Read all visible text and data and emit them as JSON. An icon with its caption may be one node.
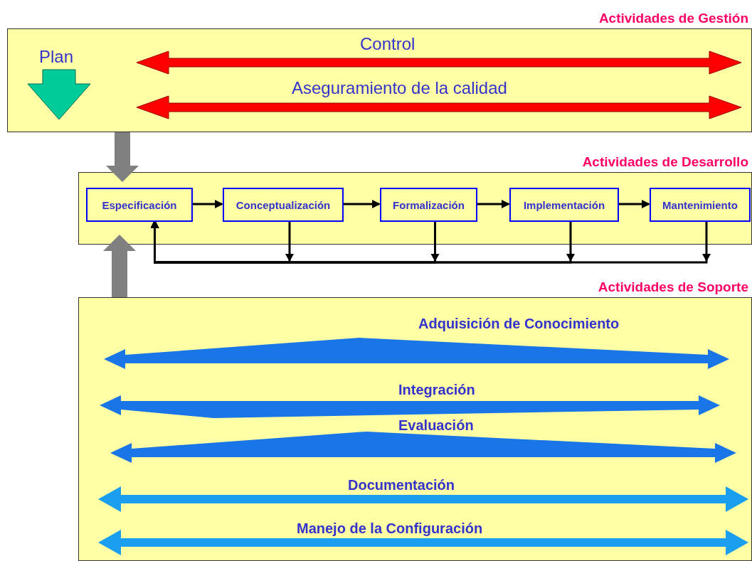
{
  "diagram": {
    "nodes": [
      {
        "text": [
          "Actividades de Gestión"
        ]
      },
      {
        "text": [
          "Actividades de Desarrollo"
        ]
      },
      {
        "text": [
          "Especificación"
        ],
        "in": 1
      },
      {
        "text": [
          "Conceptualización"
        ],
        "in": 1
      },
      {
        "text": [
          "Formalización"
        ],
        "in": 1
      },
      {
        "text": [
          "Implementación"
        ],
        "in": 1
      },
      {
        "text": [
          "Mantenimiento"
        ],
        "in": 1
      },
      {
        "text": [
          "Actividades de Soporte"
        ]
      }
    ],
    "edges": [
      {
        "from": 0,
        "to": 1,
        "arrow": "to",
        "style": "thick",
        "color": "#808080"
      },
      {
        "from": 2,
        "to": 3,
        "arrow": "to"
      },
      {
        "from": 3,
        "to": 4,
        "arrow": "to"
      },
      {
        "from": 4,
        "to": 5,
        "arrow": "to"
      },
      {
        "from": 5,
        "to": 6,
        "arrow": "to"
      },
      {
        "from": 3,
        "to": 2,
        "arrow": "to"
      },
      {
        "from": 4,
        "to": 2,
        "arrow": "to"
      },
      {
        "from": 5,
        "to": 2,
        "arrow": "to"
      },
      {
        "from": 6,
        "to": 2,
        "arrow": "to"
      },
      {
        "from": 7,
        "to": 1,
        "arrow": "to",
        "style": "thick",
        "color": "#808080"
      }
    ],
    "labels": [
      "Plan",
      "Control",
      "Aseguramiento de la calidad",
      "Adquisición de Conocimiento",
      "Integración",
      "Evaluación",
      "Documentación",
      "Manejo de la Configuración"
    ]
  }
}
